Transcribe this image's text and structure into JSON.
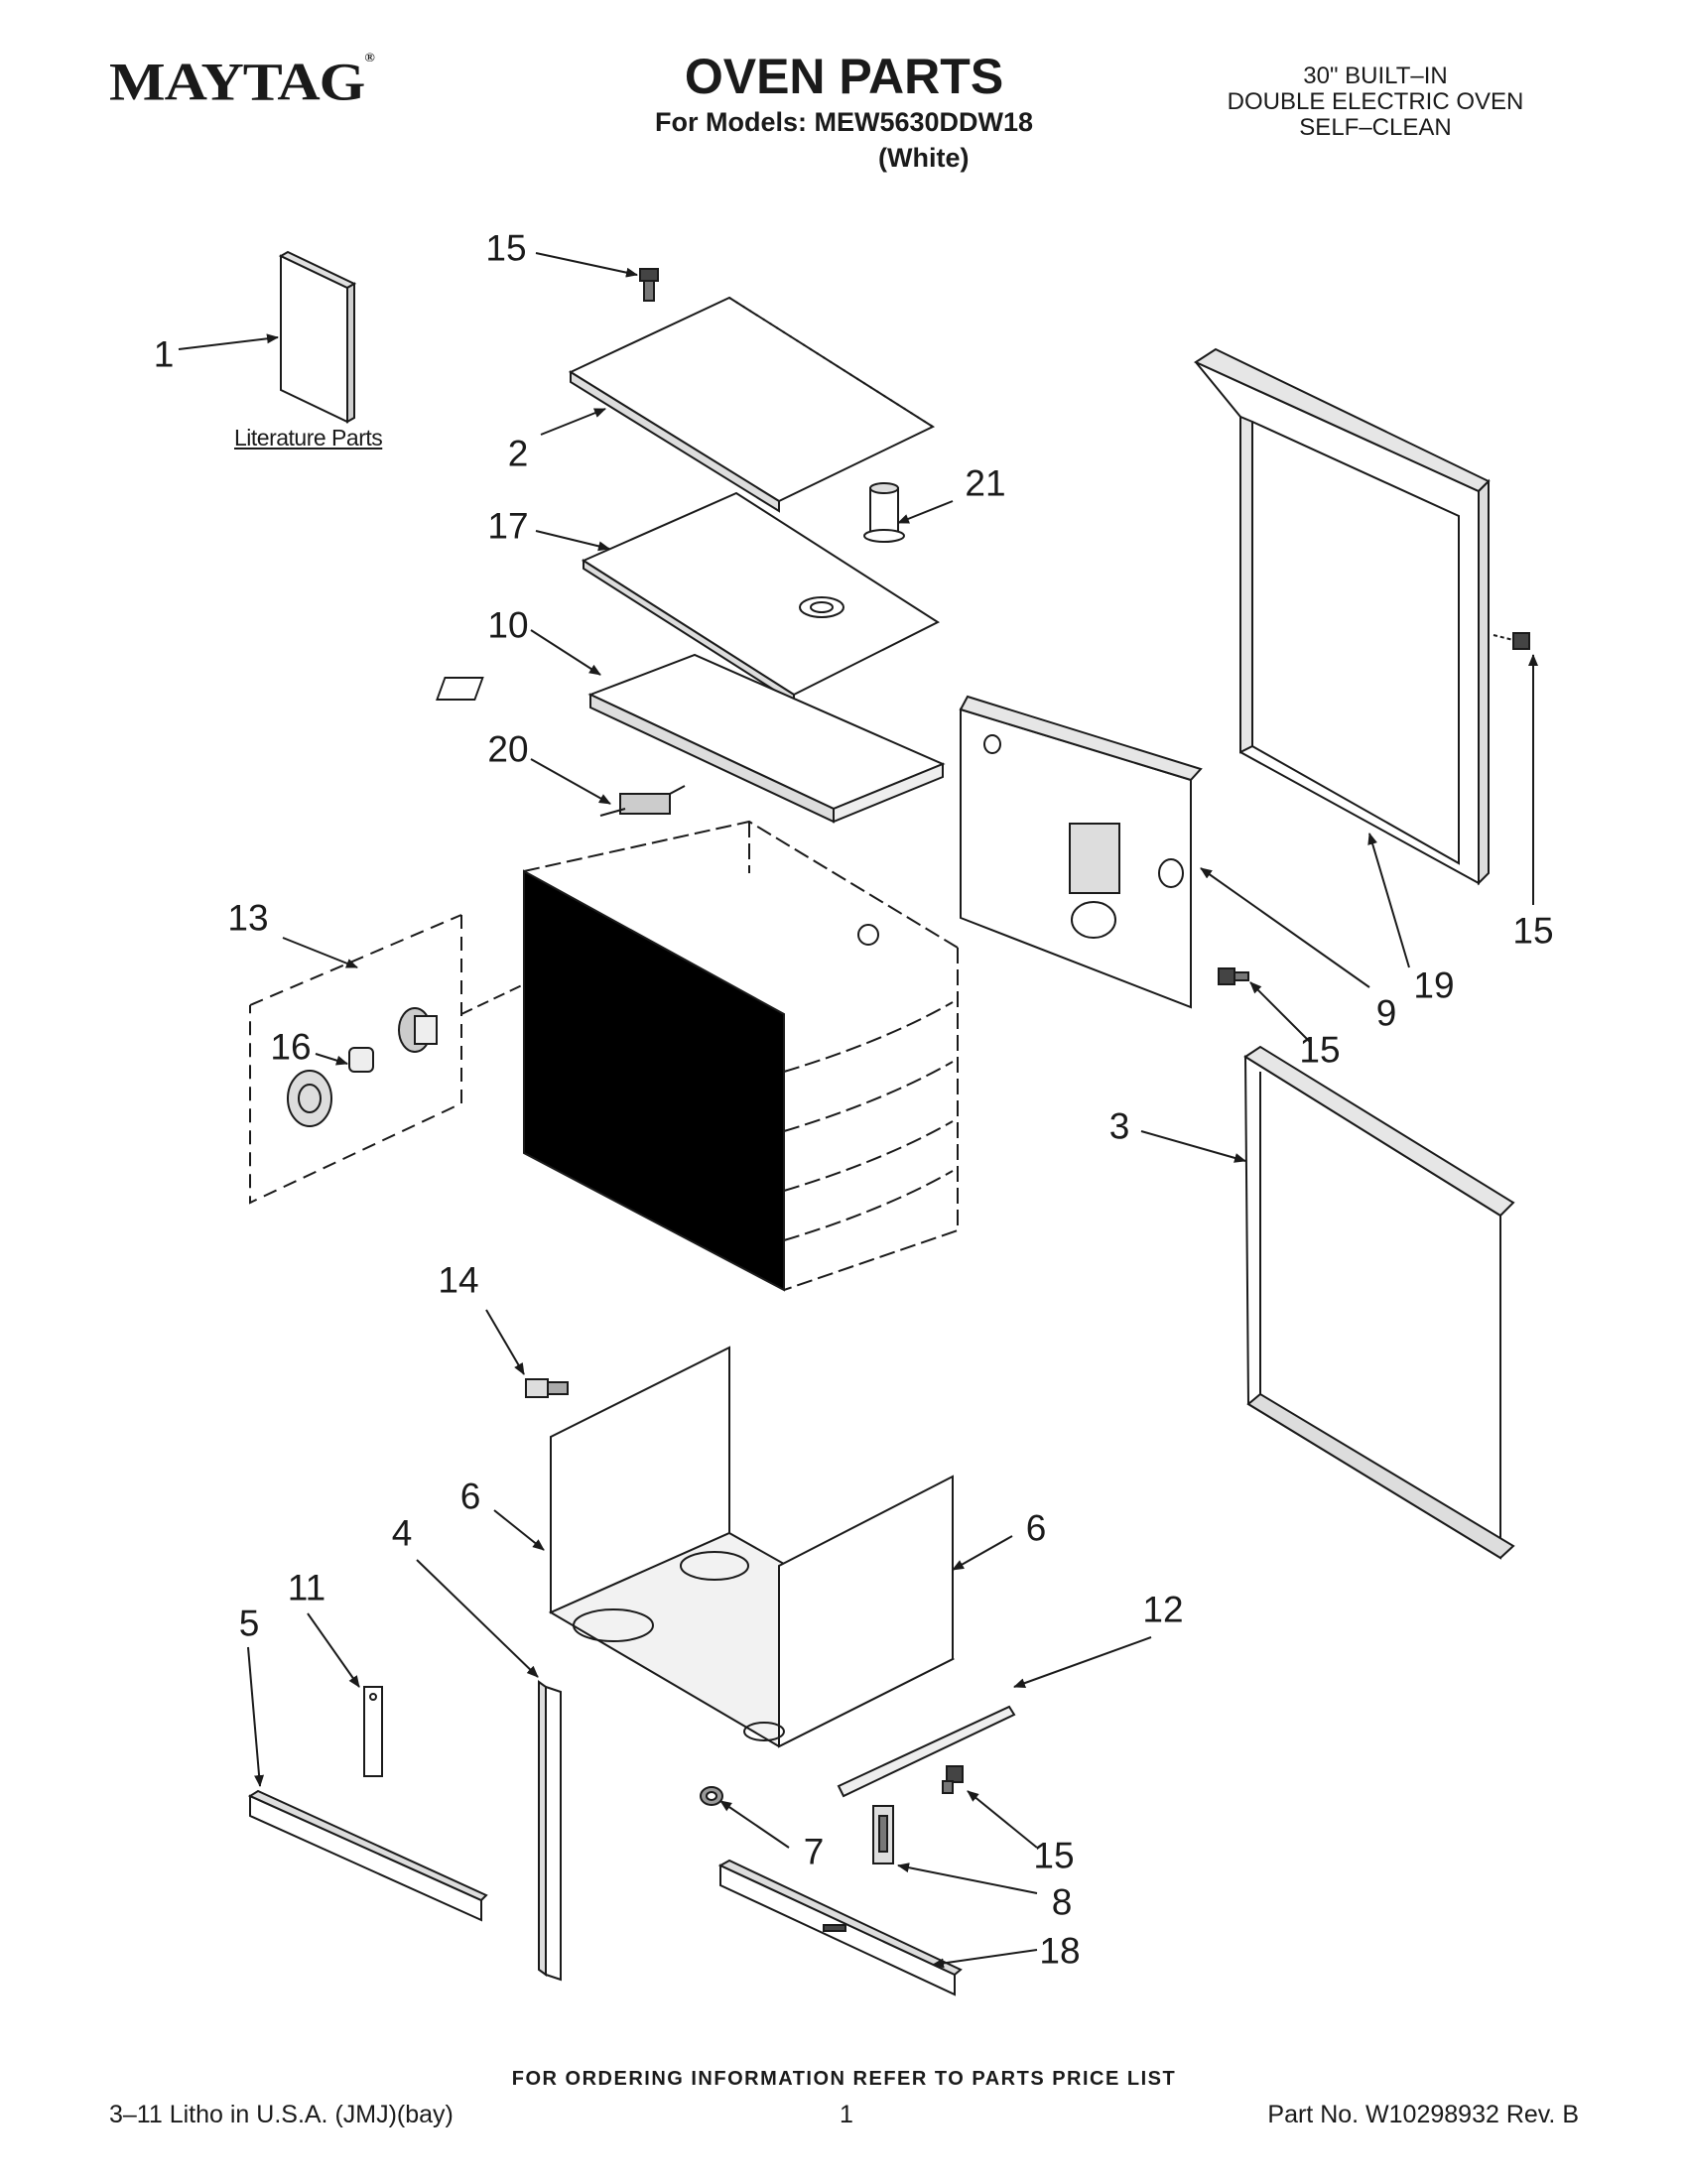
{
  "header": {
    "brand": "MAYTAG",
    "brand_mark": "®",
    "title": "OVEN PARTS",
    "models_line": "For Models: MEW5630DDW18",
    "color_line": "(White)",
    "product_lines": [
      "30\" BUILT–IN",
      "DOUBLE ELECTRIC OVEN",
      "SELF–CLEAN"
    ]
  },
  "literature_label": "Literature Parts",
  "callouts": [
    "15",
    "1",
    "2",
    "21",
    "17",
    "10",
    "20",
    "13",
    "16",
    "15",
    "19",
    "9",
    "15",
    "3",
    "14",
    "6",
    "6",
    "4",
    "11",
    "5",
    "12",
    "7",
    "15",
    "8",
    "18"
  ],
  "footer": {
    "note": "FOR ORDERING INFORMATION REFER TO PARTS PRICE LIST",
    "left": "3–11 Litho in U.S.A. (JMJ)(bay)",
    "page": "1",
    "right": "Part No. W10298932 Rev. B"
  }
}
